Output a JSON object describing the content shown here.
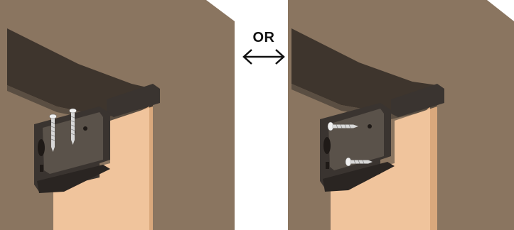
{
  "or_label": "OR",
  "colors": {
    "wall": "#8a7560",
    "wall_dark": "#6e5d4c",
    "wall_top": "#3e352d",
    "shade": "#f0c49c",
    "bracket": "#3a3430",
    "bracket_light": "#5a524a",
    "screw": "#d8d8d8"
  },
  "panels": [
    {
      "id": "vertical-screws",
      "screw_orientation": "vertical",
      "screw_count": 2
    },
    {
      "id": "horizontal-screws",
      "screw_orientation": "horizontal",
      "screw_count": 2
    }
  ]
}
